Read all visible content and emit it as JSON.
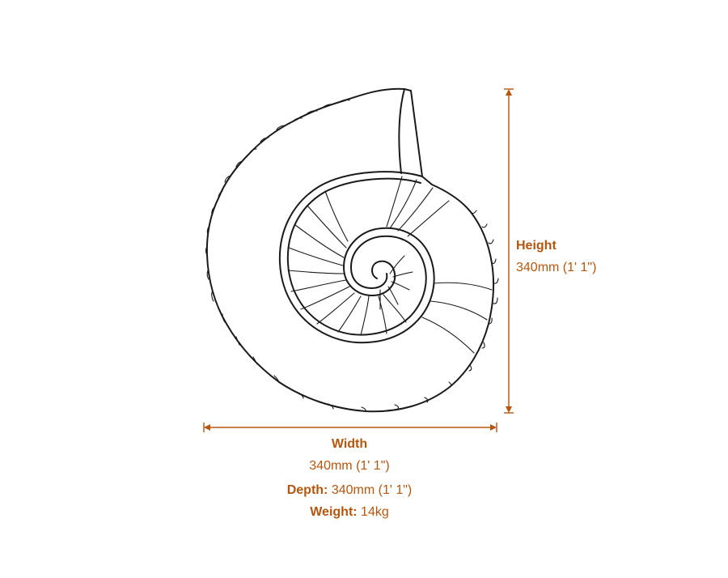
{
  "dimensions": {
    "height": {
      "label": "Height",
      "value": "340mm (1' 1\")"
    },
    "width": {
      "label": "Width",
      "value": "340mm (1' 1\")"
    },
    "depth": {
      "label": "Depth:",
      "value": "340mm (1' 1\")"
    },
    "weight": {
      "label": "Weight:",
      "value": "14kg"
    }
  },
  "colors": {
    "accent": "#b5560f",
    "line": "#1a1a1a",
    "background": "#ffffff"
  },
  "illustration": {
    "icon": "ammonite-shell-icon"
  }
}
